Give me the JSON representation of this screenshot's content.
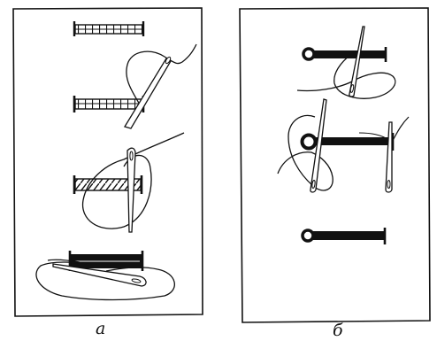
{
  "figure": {
    "panels": [
      {
        "id": "a",
        "label": "а"
      },
      {
        "id": "b",
        "label": "б"
      }
    ]
  },
  "colors": {
    "ink": "#111111",
    "paper": "#ffffff"
  }
}
